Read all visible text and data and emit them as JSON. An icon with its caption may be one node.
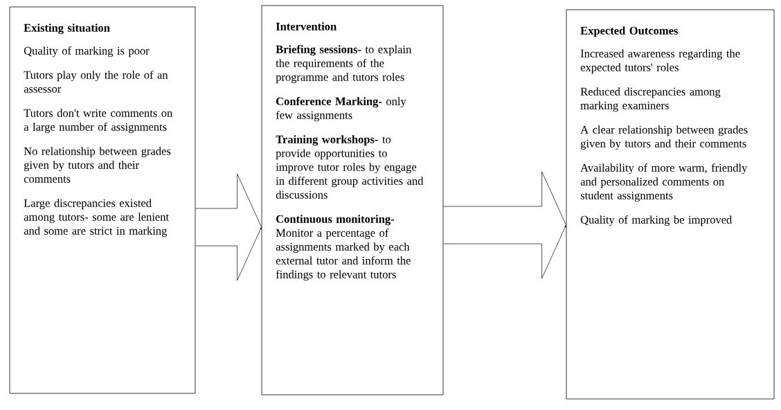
{
  "diagram": {
    "nodes": [
      {
        "text": [
          "Existing situation",
          "Quality of marking is poor",
          "Tutors play only the role of an assessor",
          "Tutors don't write comments on a large number of assignments",
          "No relationship between grades given by tutors and their comments",
          "Large discrepancies existed among tutors- some are lenient and some are strict in marking"
        ]
      },
      {
        "text": [
          "Intervention",
          "**Briefing sessions-** to explain the requirements of the programme and tutors roles",
          "**Conference Marking-** only few assignments",
          "**Training workshops-** to provide opportunities to improve tutor roles by engage in different group activities and discussions",
          "**Continuous monitoring-** Monitor a percentage of assignments marked by each external tutor and inform the findings to relevant tutors"
        ]
      },
      {
        "text": [
          "Expected Outcomes",
          "Increased awareness regarding the expected tutors' roles",
          "Reduced discrepancies among marking examiners",
          "A clear relationship between grades given by tutors and their comments",
          "Availability of more warm, friendly and personalized comments on student assignments",
          "Quality of marking be improved"
        ]
      }
    ],
    "edges": [
      {
        "from": 0,
        "to": 1,
        "arrow": "to"
      },
      {
        "from": 1,
        "to": 2,
        "arrow": "to"
      }
    ]
  }
}
